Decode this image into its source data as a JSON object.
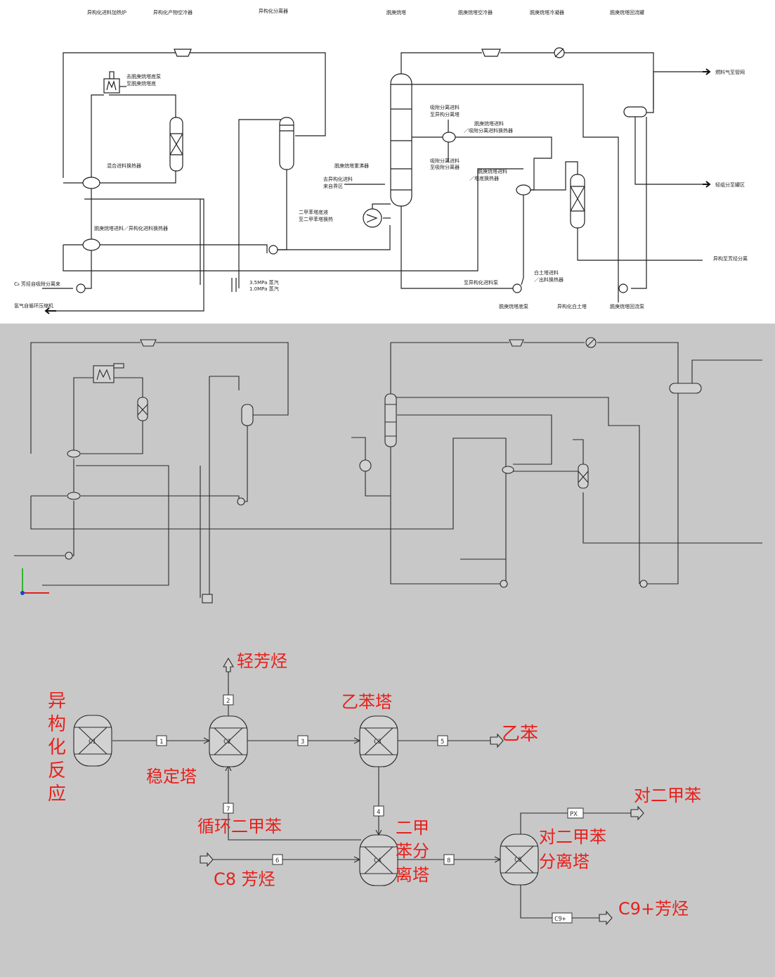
{
  "top_labels": {
    "header_1": "异构化进料加热炉",
    "header_2": "异构化产物空冷器",
    "header_3": "异构化分离器",
    "header_4": "脱庚烷塔",
    "header_5": "脱庚烷塔空冷器",
    "header_6": "脱庚烷塔冷凝器",
    "header_7": "脱庚烷塔回流罐",
    "heater_note_1": "去脱庚烷塔底泵",
    "heater_note_2": "至脱庚烷塔底",
    "hx_left": "混合进料换热器",
    "hx_mid": "脱庚烷塔进料／异构化进料换热器",
    "feed_hx_label": "脱庚烷塔重沸器",
    "feed_note_1": "去异构化进料",
    "feed_note_2": "来自界区",
    "reboiler_1": "二甲苯塔底液",
    "reboiler_2": "至二甲苯塔换热",
    "center_note_1": "吸附分离进料",
    "center_note_2": "至异构分离塔",
    "center_note_3": "脱庚烷塔进料",
    "center_note_4": "／吸附分离进料换热器",
    "center_note_5": "吸附分离进料",
    "center_note_6": "至吸附分离器",
    "right_hx_1": "脱庚烷塔进料",
    "right_hx_2": "／塔底换热器",
    "out_gas": "燃料气至管网",
    "out_light": "轻组分至罐区",
    "out_ep": "异构至芳烃分离",
    "clay_1": "白土塔进料",
    "clay_2": "／出料换热器",
    "bottom_pump_note": "至异构化进料泵",
    "c8_feed": "C₈ 芳烃自吸附分离来",
    "steam_1": "3.5MPa 蒸汽",
    "steam_2": "1.0MPa 蒸汽",
    "hydrogen": "氢气自循环压缩机",
    "foot_1": "脱庚烷塔底泵",
    "foot_2": "异构化白土塔",
    "foot_3": "脱庚烷塔回流泵"
  },
  "block_diagram": {
    "isomerization_reactor": "异构化反应",
    "stabilizer": "稳定塔",
    "light_aromatics": "轻芳烃",
    "ethylbenzene_column": "乙苯塔",
    "ethylbenzene": "乙苯",
    "recycle_xylene": "循环二甲苯",
    "c8_aromatics": "C8 芳烃",
    "xylene_column": "二甲苯分离塔",
    "px_column": "对二甲苯分离塔",
    "paraxylene": "对二甲苯",
    "c9_aromatics": "C9+芳烃",
    "blocks": {
      "c1": "C1",
      "c2": "C2",
      "c3": "C3",
      "c4": "C4",
      "c5": "C5"
    },
    "streams": {
      "s1": "1",
      "s2": "2",
      "s3": "3",
      "s4": "4",
      "s5": "5",
      "s6": "6",
      "s7": "7",
      "s8": "8",
      "px": "PX",
      "c9": "C9+"
    }
  },
  "colors": {
    "annotation_red": "#e8201c",
    "cad_background": "#c8c8c8"
  }
}
